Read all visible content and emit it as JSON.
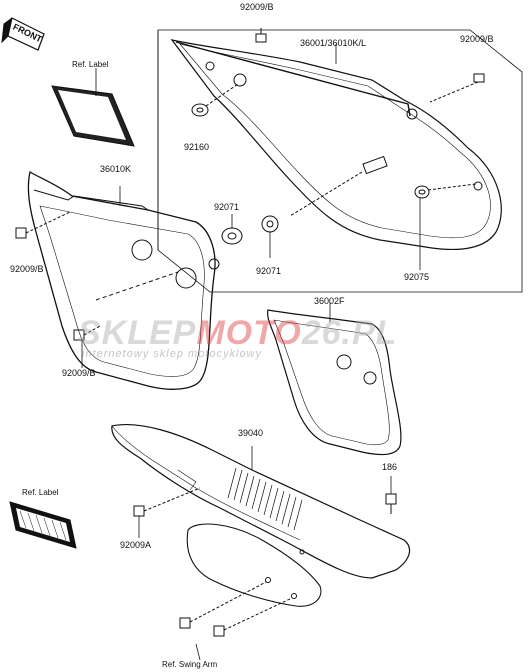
{
  "front_marker": "FRONT",
  "labels": {
    "p92009B_top": "92009/B",
    "p36001": "36001/36010K/L",
    "p92009B_right": "92009/B",
    "ref_label_top": "Ref. Label",
    "p92160": "92160",
    "p36010K": "36010K",
    "p92071_a": "92071",
    "p92009B_left": "92009/B",
    "p92071_b": "92071",
    "p92075": "92075",
    "p36002F": "36002F",
    "p92009B_lower": "92009/B",
    "p39040": "39040",
    "p186": "186",
    "ref_label_bottom": "Ref. Label",
    "p92009A": "92009A",
    "ref_swing_arm": "Ref. Swing Arm"
  },
  "watermark": {
    "part1": "SKLEP",
    "part2": "MOTO",
    "part3": "26.PL",
    "tagline": "internetowy sklep motocyklowy"
  }
}
